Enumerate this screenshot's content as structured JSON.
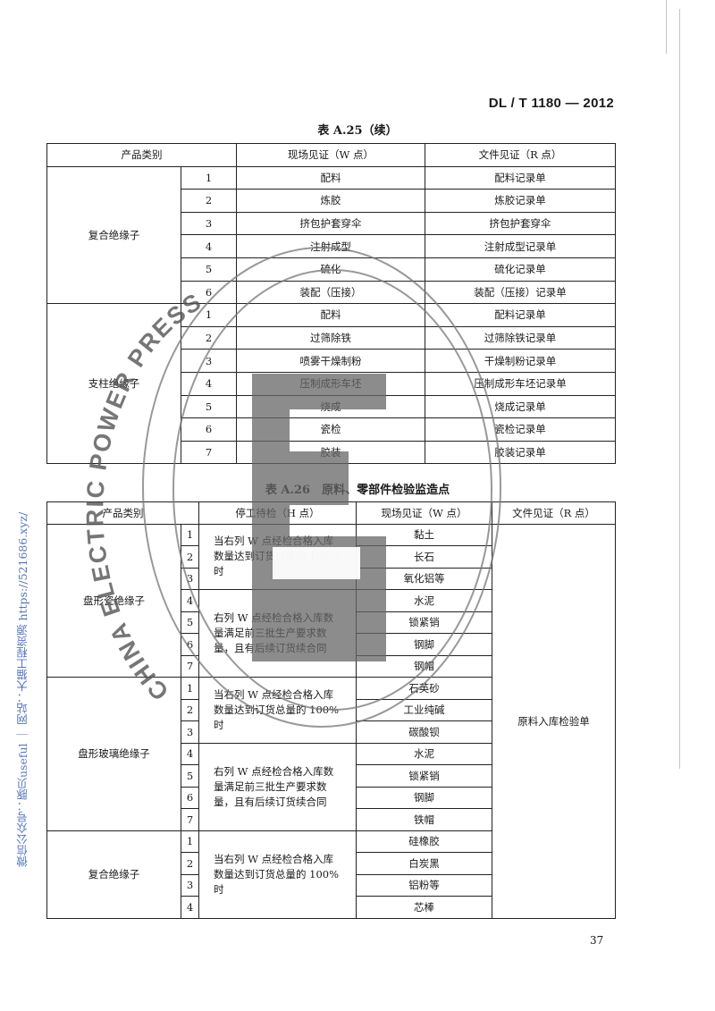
{
  "header": {
    "standard_code": "DL / T 1180 — 2012"
  },
  "table_a25": {
    "caption": "表 A.25（续）",
    "headers": {
      "category": "产品类别",
      "w": "现场见证（W 点）",
      "r": "文件见证（R 点）"
    },
    "groups": [
      {
        "category": "复合绝缘子",
        "rows": [
          {
            "no": "1",
            "w": "配料",
            "r": "配料记录单"
          },
          {
            "no": "2",
            "w": "炼胶",
            "r": "炼胶记录单"
          },
          {
            "no": "3",
            "w": "挤包护套穿伞",
            "r": "挤包护套穿伞"
          },
          {
            "no": "4",
            "w": "注射成型",
            "r": "注射成型记录单"
          },
          {
            "no": "5",
            "w": "硫化",
            "r": "硫化记录单"
          },
          {
            "no": "6",
            "w": "装配（压接）",
            "r": "装配（压接）记录单"
          }
        ]
      },
      {
        "category": "支柱绝缘子",
        "rows": [
          {
            "no": "1",
            "w": "配料",
            "r": "配料记录单"
          },
          {
            "no": "2",
            "w": "过筛除铁",
            "r": "过筛除铁记录单"
          },
          {
            "no": "3",
            "w": "喷雾干燥制粉",
            "r": "干燥制粉记录单"
          },
          {
            "no": "4",
            "w": "压制成形车坯",
            "r": "压制成形车坯记录单"
          },
          {
            "no": "5",
            "w": "烧成",
            "r": "烧成记录单"
          },
          {
            "no": "6",
            "w": "瓷检",
            "r": "瓷检记录单"
          },
          {
            "no": "7",
            "w": "胶装",
            "r": "胶装记录单"
          }
        ]
      }
    ]
  },
  "table_a26": {
    "caption": "表 A.26　原料、零部件检验监造点",
    "headers": {
      "category": "产品类别",
      "h": "停工待检（H 点）",
      "w": "现场见证（W 点）",
      "r": "文件见证（R 点）"
    },
    "h_texts": {
      "full": "当右列 W 点经检合格入库数量达到订货总量的 100%时",
      "partial": "右列 W 点经检合格入库数量满足前三批生产要求数量，且有后续订货续合同",
      "partial_glass": "右列 W 点经检合格入库数量满足前三批生产要求数量，且有后续订货续合同"
    },
    "r_text": "原料入库检验单",
    "porcelain": {
      "category": "盘形瓷绝缘子",
      "rows": [
        {
          "no": "1",
          "w": "黏土"
        },
        {
          "no": "2",
          "w": "长石"
        },
        {
          "no": "3",
          "w": "氧化铝等"
        },
        {
          "no": "4",
          "w": "水泥"
        },
        {
          "no": "5",
          "w": "锁紧销"
        },
        {
          "no": "6",
          "w": "钢脚"
        },
        {
          "no": "7",
          "w": "钢帽"
        }
      ]
    },
    "glass": {
      "category": "盘形玻璃绝缘子",
      "rows": [
        {
          "no": "1",
          "w": "石英砂"
        },
        {
          "no": "2",
          "w": "工业纯碱"
        },
        {
          "no": "3",
          "w": "碳酸钡"
        },
        {
          "no": "4",
          "w": "水泥"
        },
        {
          "no": "5",
          "w": "锁紧销"
        },
        {
          "no": "6",
          "w": "钢脚"
        },
        {
          "no": "7",
          "w": "铁帽"
        }
      ]
    },
    "composite": {
      "category": "复合绝缘子",
      "rows": [
        {
          "no": "1",
          "w": "硅橡胶"
        },
        {
          "no": "2",
          "w": "白炭黑"
        },
        {
          "no": "3",
          "w": "铝粉等"
        },
        {
          "no": "4",
          "w": "芯棒"
        }
      ]
    }
  },
  "page_number": "37",
  "watermark": {
    "side_text": "微信公众号：豚贝useful ｜ 网站：大猫工程资源 https://521686.xyz/",
    "stamp_text": "CHINA ELECTRIC POWER PRESS",
    "color": "#5577bb"
  }
}
